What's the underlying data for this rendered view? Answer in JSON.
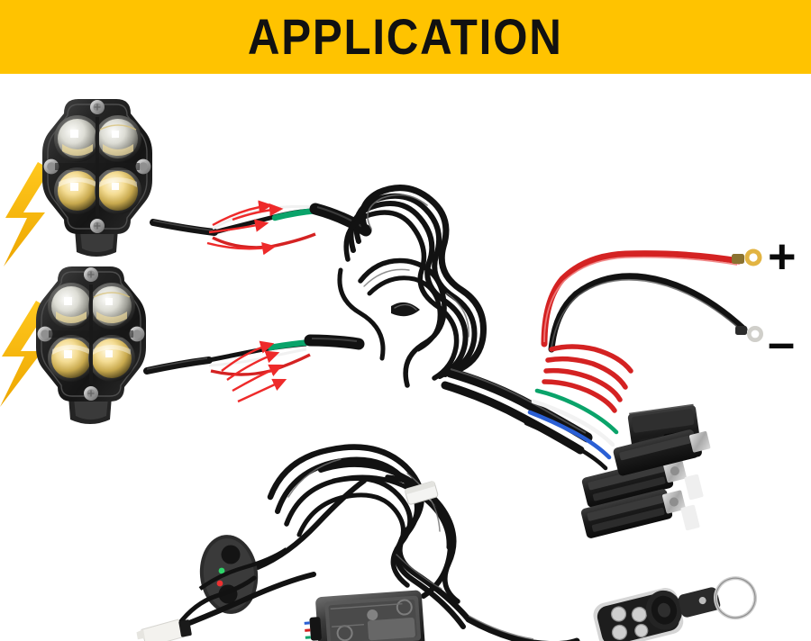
{
  "banner": {
    "title": "APPLICATION",
    "background_color": "#ffc300",
    "text_color": "#111111"
  },
  "polarity": {
    "positive_label": "+",
    "negative_label": "–"
  },
  "scene": {
    "background_color": "#ffffff",
    "description": "Product application photo of an LED pod light wiring harness kit",
    "accent_arrow_color": "#ee2a2a",
    "bolt_color": "#f5b301",
    "wire_colors": {
      "black": "#1a1a1a",
      "red": "#d42222",
      "green": "#0aa36a",
      "white": "#f2f2f2",
      "blue": "#2a5fd4"
    }
  },
  "components": [
    {
      "id": "lamp-top",
      "label": "LED pod light (upper)"
    },
    {
      "id": "lamp-bottom",
      "label": "LED pod light (lower)"
    },
    {
      "id": "bolt-top",
      "label": "Lightning bolt graphic (upper)"
    },
    {
      "id": "bolt-bottom",
      "label": "Lightning bolt graphic (lower)"
    },
    {
      "id": "harness-coil-upper",
      "label": "Coiled wire harness bundle (upper)"
    },
    {
      "id": "harness-coil-lower",
      "label": "Coiled wire harness bundle (lower)"
    },
    {
      "id": "relay-block",
      "label": "Relay and fuse block assembly"
    },
    {
      "id": "battery-leads",
      "label": "Battery ring terminal leads"
    },
    {
      "id": "handlebar-switch",
      "label": "Handlebar switch with indicator LEDs"
    },
    {
      "id": "receiver-module",
      "label": "Wireless receiver control module"
    },
    {
      "id": "remote-keyfob",
      "label": "Four button remote key fob"
    },
    {
      "id": "white-connector",
      "label": "White inline connector plug"
    }
  ]
}
